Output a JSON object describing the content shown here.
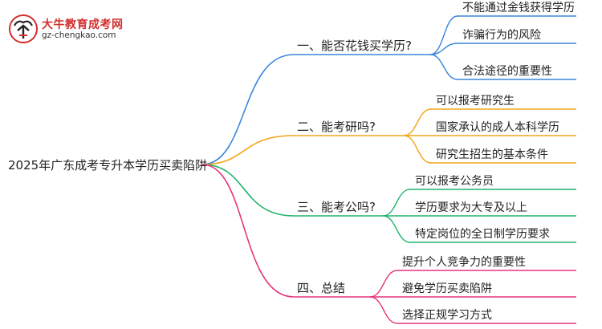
{
  "logo": {
    "title": "大牛教育成考网",
    "url": "gz-chengkao.com"
  },
  "root": {
    "label": "2025年广东成考专升本学历买卖陷阱"
  },
  "branches": [
    {
      "label": "一、能否花钱买学历?",
      "color": "#3a86d8",
      "children": [
        "不能通过金钱获得学历",
        "诈骗行为的风险",
        "合法途径的重要性"
      ]
    },
    {
      "label": "二、能考研吗?",
      "color": "#f2a516",
      "children": [
        "可以报考研究生",
        "国家承认的成人本科学历",
        "研究生招生的基本条件"
      ]
    },
    {
      "label": "三、能考公吗?",
      "color": "#22b46e",
      "children": [
        "可以报考公务员",
        "学历要求为大专及以上",
        "特定岗位的全日制学历要求"
      ]
    },
    {
      "label": "四、总结",
      "color": "#e6357c",
      "children": [
        "提升个人竞争力的重要性",
        "避免学历买卖陷阱",
        "选择正规学习方式"
      ]
    }
  ]
}
